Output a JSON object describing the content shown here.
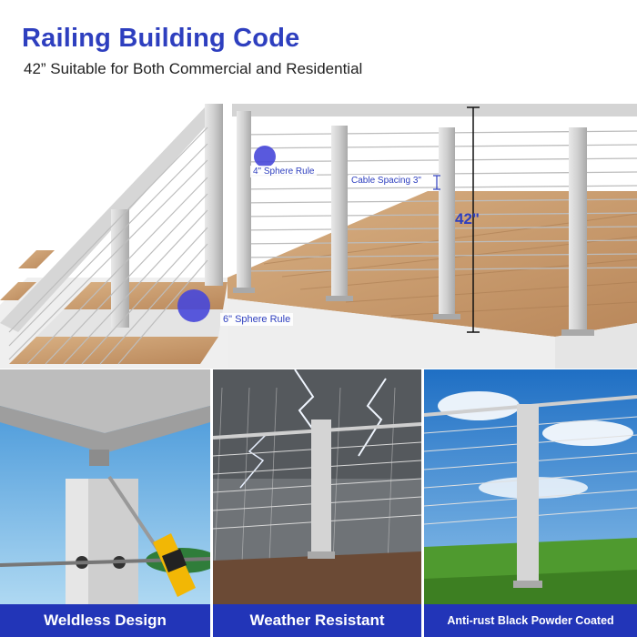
{
  "header": {
    "title": "Railing Building Code",
    "subtitle": "42” Suitable for Both Commercial and Residential"
  },
  "hero": {
    "sphere_small_label": "4\" Sphere Rule",
    "cable_spacing_label": "Cable Spacing 3\"",
    "height_label": "42\"",
    "sphere_large_label": "6\" Sphere Rule"
  },
  "panels": [
    {
      "caption": "Weldless Design",
      "icon": "screwdriver-icon"
    },
    {
      "caption": "Weather Resistant",
      "icon": "lightning-icon"
    },
    {
      "caption": "Anti-rust Black Powder Coated",
      "icon": "sky-icon"
    }
  ],
  "colors": {
    "brand_blue": "#2e3fbf",
    "caption_bar": "#2235b8",
    "sphere": "#4747d9",
    "deck_wood": "#c99a6b",
    "steel": "#c9c9c9"
  }
}
